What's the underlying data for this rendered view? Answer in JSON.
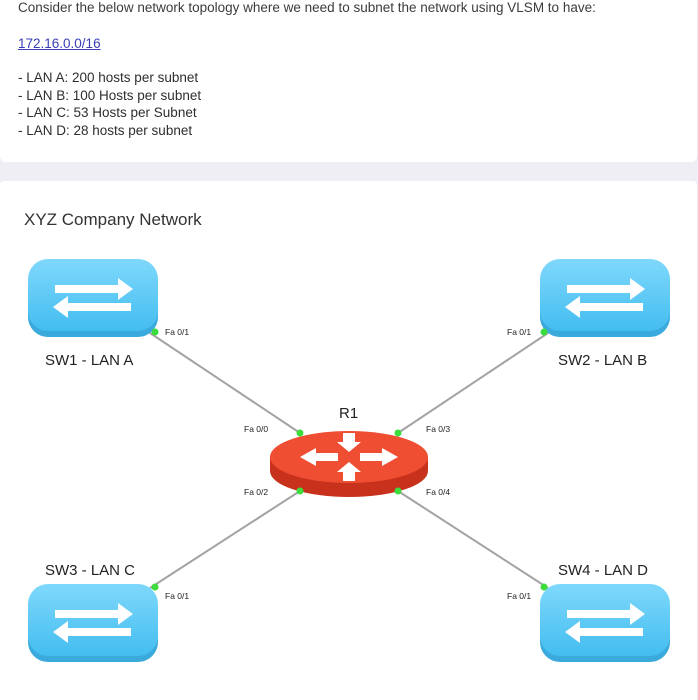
{
  "question": {
    "text": "Consider the below network topology where we need to subnet the network using VLSM to have:",
    "network": "172.16.0.0/16",
    "requirements": [
      "- LAN A: 200 hosts per subnet",
      "- LAN B: 100 Hosts per subnet",
      "- LAN C: 53 Hosts per Subnet",
      "- LAN D: 28 hosts per subnet"
    ]
  },
  "diagram": {
    "title": "XYZ Company Network",
    "router": {
      "label": "R1"
    },
    "switches": {
      "sw1": {
        "label": "SW1 - LAN A",
        "port": "Fa 0/1"
      },
      "sw2": {
        "label": "SW2 - LAN B",
        "port": "Fa 0/1"
      },
      "sw3": {
        "label": "SW3 - LAN C",
        "port": "Fa 0/1"
      },
      "sw4": {
        "label": "SW4 - LAN D",
        "port": "Fa 0/1"
      }
    },
    "router_ports": {
      "fa00": "Fa 0/0",
      "fa03": "Fa 0/3",
      "fa02": "Fa 0/2",
      "fa04": "Fa 0/4"
    },
    "colors": {
      "switch": "#4fc6f5",
      "router": "#e8452d",
      "link": "#a3a3a3",
      "port_dot": "#3ddc3d"
    },
    "icons": {
      "switch": "switch-arrows-icon",
      "router": "router-arrows-icon"
    }
  }
}
